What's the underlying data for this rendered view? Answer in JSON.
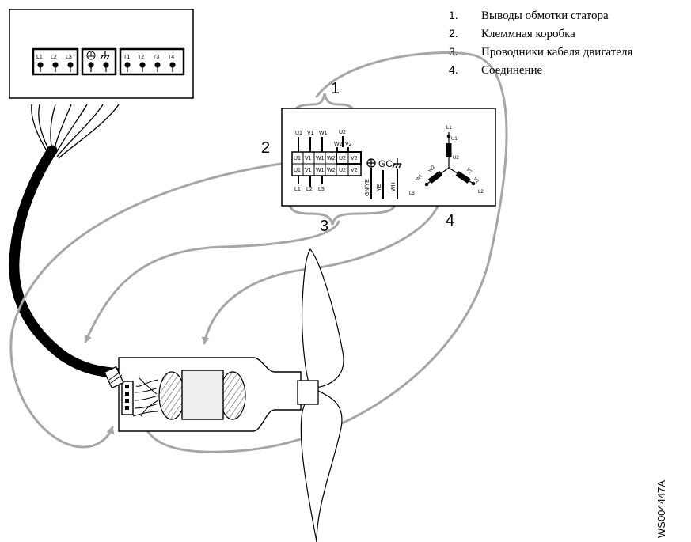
{
  "legend": {
    "items": [
      {
        "num": "1.",
        "text": "Выводы обмотки статора"
      },
      {
        "num": "2.",
        "text": "Клеммная коробка"
      },
      {
        "num": "3.",
        "text": "Проводники кабеля двигателя"
      },
      {
        "num": "4.",
        "text": "Соединение"
      }
    ]
  },
  "callouts": {
    "c1": "1",
    "c2": "2",
    "c3": "3",
    "c4": "4"
  },
  "panel": {
    "top_terminals": [
      "L1",
      "L2",
      "L3",
      "T1",
      "T2",
      "T3",
      "T4"
    ]
  },
  "terminal_box": {
    "top_leads": [
      "U1",
      "V1",
      "W1"
    ],
    "u2_label": "U2",
    "w2_label": "W2",
    "v2_label": "V2",
    "upper_row": [
      "U1",
      "V1",
      "W1",
      "W2",
      "U2",
      "V2"
    ],
    "lower_row": [
      "U1",
      "V1",
      "W1",
      "W2",
      "U2",
      "V2"
    ],
    "line_labels": [
      "L1",
      "L2",
      "L3"
    ],
    "cable_labels": [
      "GN/YE",
      "YE",
      "WH"
    ],
    "gc_label": "GC"
  },
  "star": {
    "l1": "L1",
    "u1": "U1",
    "u2": "U2",
    "w1": "W1",
    "w2": "W2",
    "v1": "V1",
    "v2": "V2",
    "l2": "L2",
    "l3": "L3"
  },
  "figure_code": "WS004447A",
  "colors": {
    "arrow": "#a6a6a6",
    "ink": "#000000",
    "coil_fill": "#eeeeee"
  }
}
